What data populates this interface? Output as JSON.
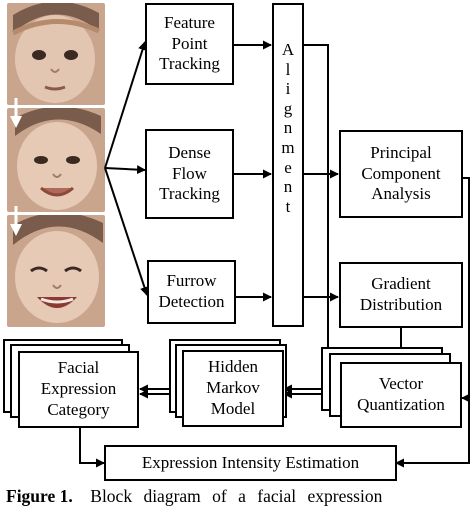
{
  "diagram": {
    "blocks": {
      "feature_point_tracking": "Feature\nPoint\nTracking",
      "dense_flow_tracking": "Dense\nFlow\nTracking",
      "furrow_detection": "Furrow\nDetection",
      "alignment": "Alignment",
      "pca": "Principal\nComponent\nAnalysis",
      "gradient_distribution": "Gradient\nDistribution",
      "vector_quantization": "Vector\nQuantization",
      "hmm": "Hidden\nMarkov\nModel",
      "facial_expression_category": "Facial\nExpression\nCategory",
      "expression_intensity": "Expression Intensity Estimation"
    },
    "faces": [
      "face-frame-1",
      "face-frame-2",
      "face-frame-3"
    ]
  },
  "caption": {
    "label": "Figure 1.",
    "text": "Block diagram of a facial expression"
  },
  "colors": {
    "line": "#000000",
    "skin": "#d9b8a0",
    "hair": "#6e5244"
  }
}
